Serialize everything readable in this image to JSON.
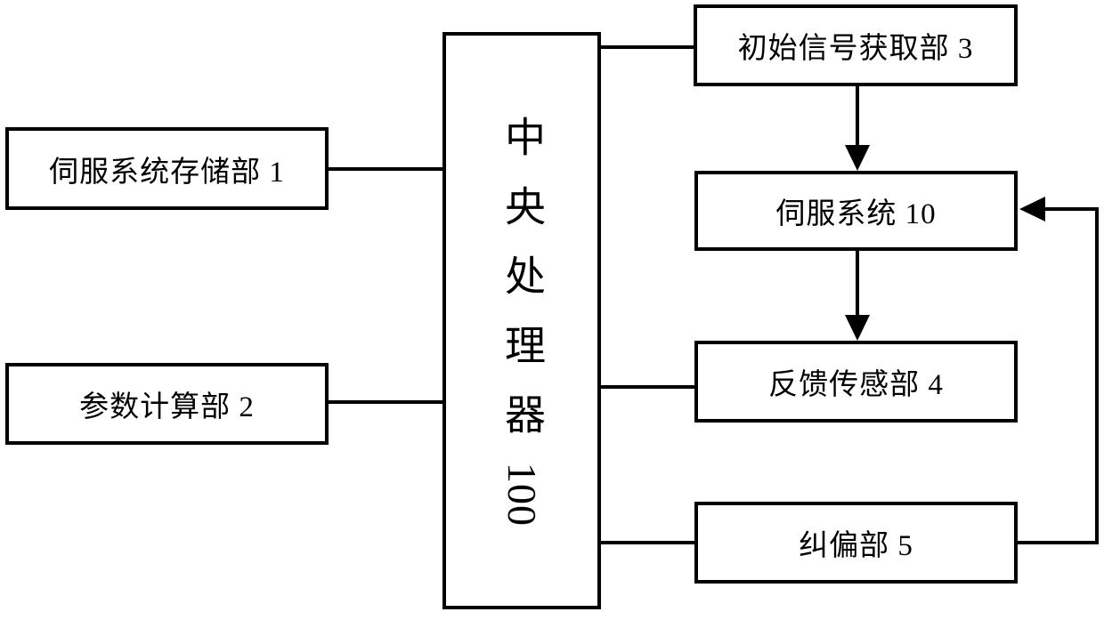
{
  "diagram": {
    "title_semantic": "servo-system-cpu-block-diagram",
    "background_color": "#ffffff",
    "line_color": "#000000",
    "text_color": "#000000",
    "cpu_box": {
      "text_cjk": "中央处理器",
      "text_num": "100"
    },
    "boxes": {
      "servo_storage": {
        "label": "伺服系统存储部 1"
      },
      "param_calc": {
        "label": "参数计算部 2"
      },
      "initial_signal": {
        "label": "初始信号获取部 3"
      },
      "servo_system": {
        "label": "伺服系统 10"
      },
      "feedback_sensor": {
        "label": "反馈传感部 4"
      },
      "correction": {
        "label": "纠偏部 5"
      }
    },
    "edges": [
      {
        "from": "伺服系统存储部 1",
        "to": "中央处理器100",
        "arrow": false
      },
      {
        "from": "参数计算部 2",
        "to": "中央处理器100",
        "arrow": false
      },
      {
        "from": "中央处理器100",
        "to": "初始信号获取部 3",
        "arrow": false
      },
      {
        "from": "初始信号获取部 3",
        "to": "伺服系统 10",
        "arrow": true
      },
      {
        "from": "伺服系统 10",
        "to": "反馈传感部 4",
        "arrow": true
      },
      {
        "from": "中央处理器100",
        "to": "反馈传感部 4",
        "arrow": false
      },
      {
        "from": "中央处理器100",
        "to": "纠偏部 5",
        "arrow": false
      },
      {
        "from": "纠偏部 5",
        "to": "伺服系统 10",
        "arrow": true
      }
    ]
  }
}
